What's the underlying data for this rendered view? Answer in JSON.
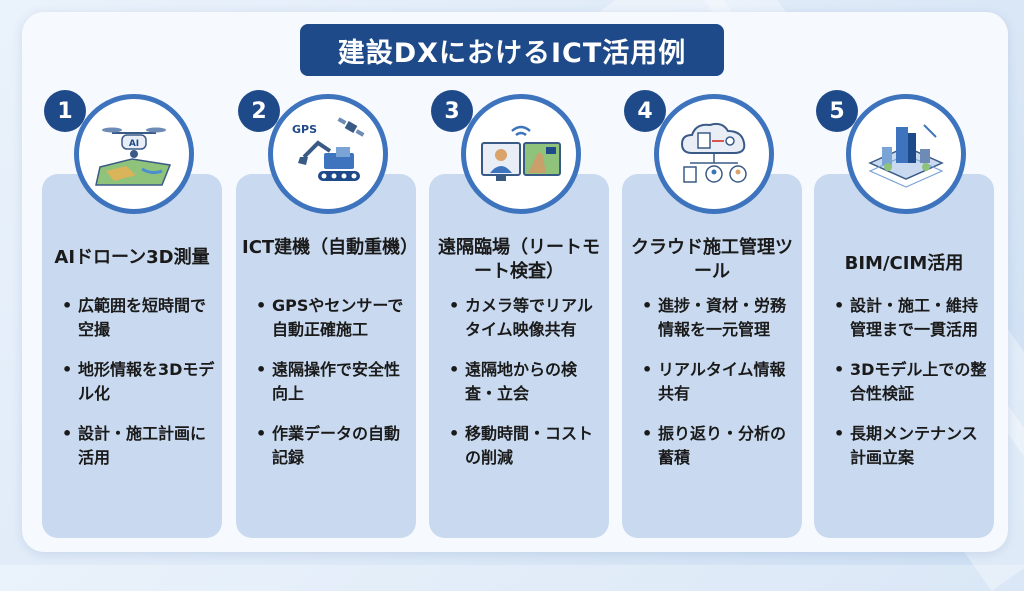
{
  "title": "建設DXにおけるICT活用例",
  "colors": {
    "navy": "#1f4a8a",
    "accent_blue": "#3d74bd",
    "card_bg": "#c9daf0"
  },
  "cards": [
    {
      "number": "1",
      "icon": "drone-map-icon",
      "icon_label": "AI",
      "title": "AIドローン3D測量",
      "bullets": [
        "広範囲を短時間で空撮",
        "地形情報を3Dモデル化",
        "設計・施工計画に活用"
      ]
    },
    {
      "number": "2",
      "icon": "excavator-satellite-icon",
      "icon_label": "GPS",
      "title": "ICT建機（自動重機）",
      "bullets": [
        "GPSやセンサーで自動正確施工",
        "遠隔操作で安全性向上",
        "作業データの自動記録"
      ]
    },
    {
      "number": "3",
      "icon": "remote-video-icon",
      "title": "遠隔臨場（リートモート検査）",
      "bullets": [
        "カメラ等でリアルタイム映像共有",
        "遠隔地からの検査・立会",
        "移動時間・コストの削減"
      ]
    },
    {
      "number": "4",
      "icon": "cloud-share-icon",
      "title": "クラウド施工管理ツール",
      "bullets": [
        "進捗・資材・労務情報を一元管理",
        "リアルタイム情報共有",
        "振り返り・分析の蓄積"
      ]
    },
    {
      "number": "5",
      "icon": "city-model-icon",
      "title": "BIM/CIM活用",
      "bullets": [
        "設計・施工・維持管理まで一貫活用",
        "3Dモデル上での整合性検証",
        "長期メンテナンス計画立案"
      ]
    }
  ]
}
